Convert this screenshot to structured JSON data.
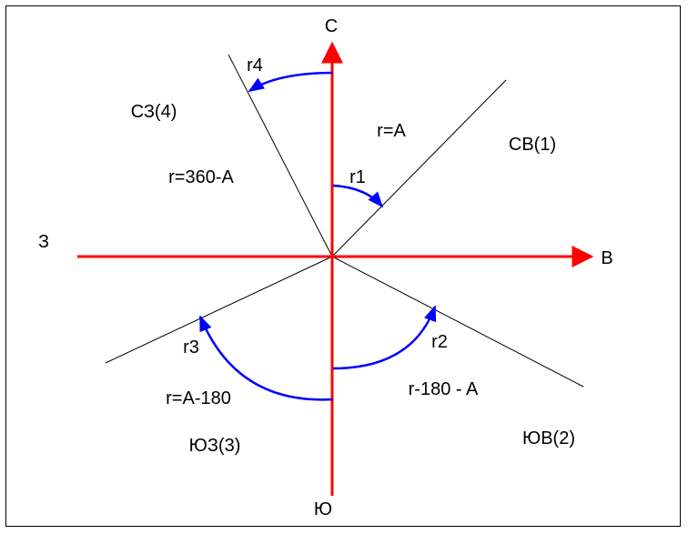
{
  "colors": {
    "axis": "#ff0000",
    "arc": "#0000ff",
    "line": "#000000"
  },
  "axes": {
    "north": "С",
    "east": "В",
    "south": "Ю",
    "west": "З"
  },
  "quadrants": {
    "ne": {
      "name": "СВ(1)",
      "formula": "r=A",
      "arc_label": "r1"
    },
    "se": {
      "name": "ЮВ(2)",
      "formula": "r-180 - A",
      "arc_label": "r2"
    },
    "sw": {
      "name": "ЮЗ(3)",
      "formula": "r=A-180",
      "arc_label": "r3"
    },
    "nw": {
      "name": "СЗ(4)",
      "formula": "r=360-A",
      "arc_label": "r4"
    }
  }
}
